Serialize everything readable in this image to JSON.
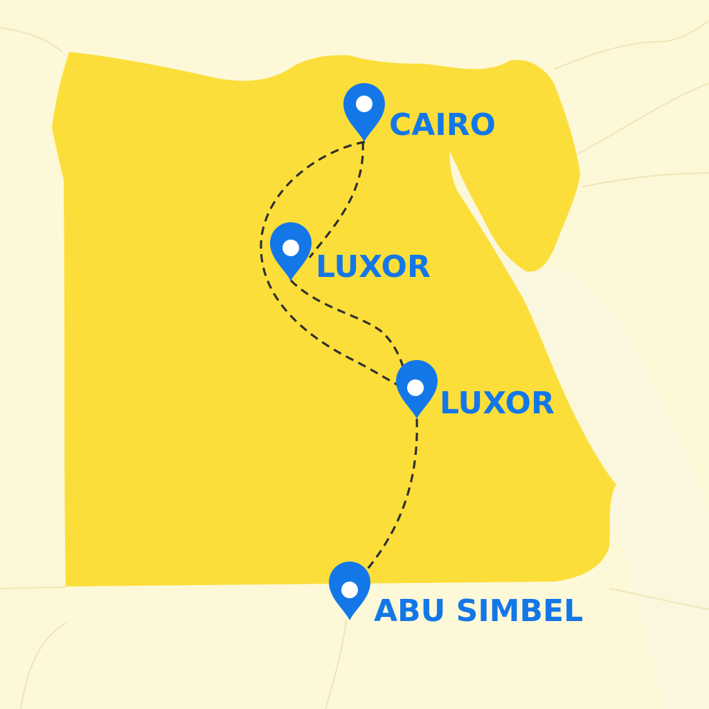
{
  "colors": {
    "land": "#fcde3a",
    "background": "#fdf8d8",
    "sea": "#fbf7de",
    "pin": "#1477e8",
    "route": "#2f2f2f",
    "label": "#1477e8"
  },
  "markers": [
    {
      "id": "cairo",
      "label": "CAIRO",
      "icon": "map-pin-icon"
    },
    {
      "id": "luxor-1",
      "label": "LUXOR",
      "icon": "map-pin-icon"
    },
    {
      "id": "luxor-2",
      "label": "LUXOR",
      "icon": "map-pin-icon"
    },
    {
      "id": "abu-simbel",
      "label": "ABU SIMBEL",
      "icon": "map-pin-icon"
    }
  ]
}
